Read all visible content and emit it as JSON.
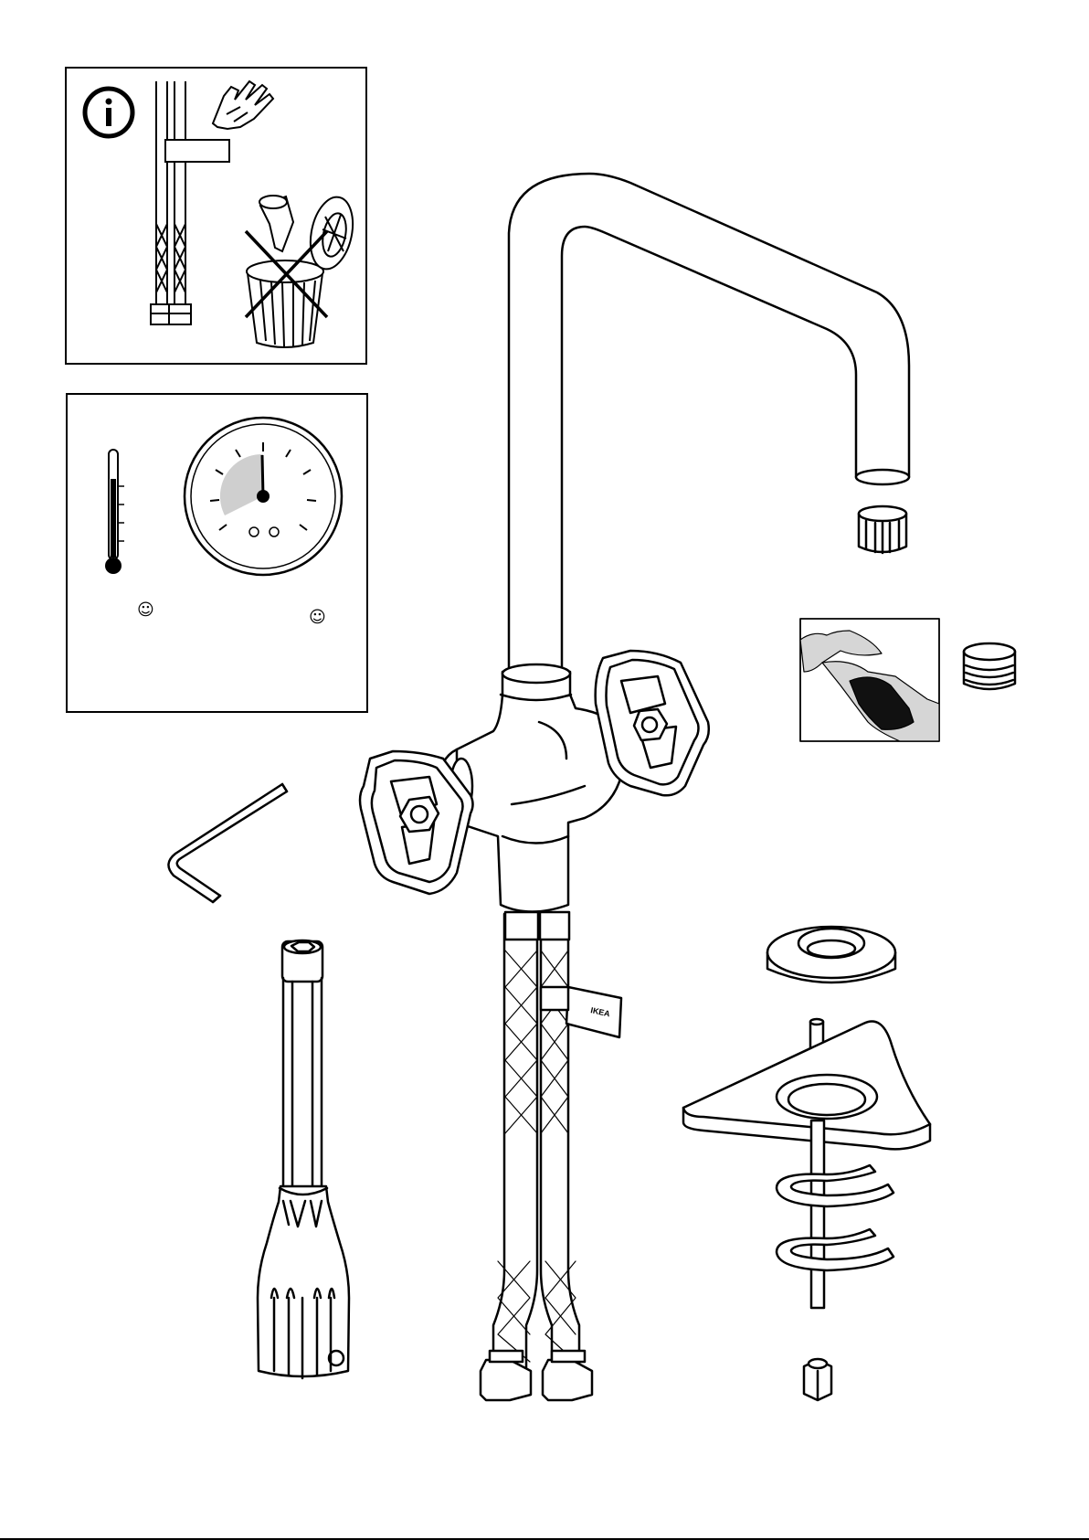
{
  "panels": {
    "info": {
      "icon": "info-icon",
      "notes": "hoses-hand-keep-parts"
    },
    "conditions": {
      "temperature_smiley": "☺",
      "pressure_smiley": "☺",
      "icons": [
        "thermometer-icon",
        "pressure-gauge-icon"
      ]
    }
  },
  "tag": {
    "brand": "IKEA"
  },
  "parts": [
    "hex-key",
    "socket-wrench",
    "faucet",
    "aerator",
    "aerator-alt",
    "region-map",
    "escutcheon",
    "mounting-plate",
    "horseshoe-washers",
    "nut"
  ],
  "colors": {
    "ink": "#000000",
    "paper": "#ffffff",
    "shade": "#cfcfcf",
    "region": "#111111",
    "map_land": "#d6d6d6"
  }
}
